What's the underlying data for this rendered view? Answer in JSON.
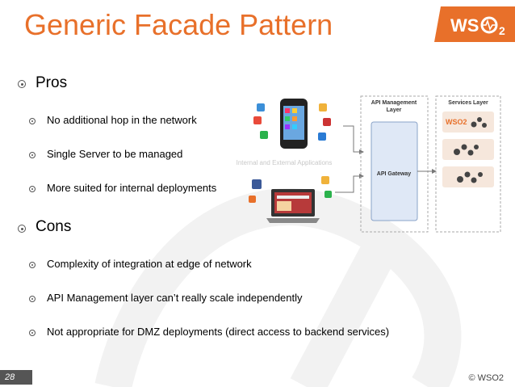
{
  "slide": {
    "title": "Generic Facade Pattern",
    "page_number": "28",
    "copyright": "© WSO2",
    "logo_text": "WSO2"
  },
  "pros": {
    "heading": "Pros",
    "items": [
      "No additional hop in the network",
      "Single Server to be managed",
      "More suited for internal deployments"
    ]
  },
  "cons": {
    "heading": "Cons",
    "items": [
      "Complexity of integration at edge of network",
      "API Management layer can’t really scale independently",
      "Not appropriate for DMZ deployments (direct access to backend services)"
    ]
  },
  "diagram": {
    "apps_label": "Internal and External Applications",
    "api_layer_title": "API Management Layer",
    "api_layer_line1": "API Management",
    "api_layer_line2": "Layer",
    "gateway_label": "API Gateway",
    "services_title": "Services Layer",
    "services_logo": "WSO2"
  },
  "colors": {
    "title": "#e8702a",
    "gateway_fill": "#dfe8f6",
    "service_fill": "#f6e7dc",
    "footer_bg": "#555555"
  }
}
